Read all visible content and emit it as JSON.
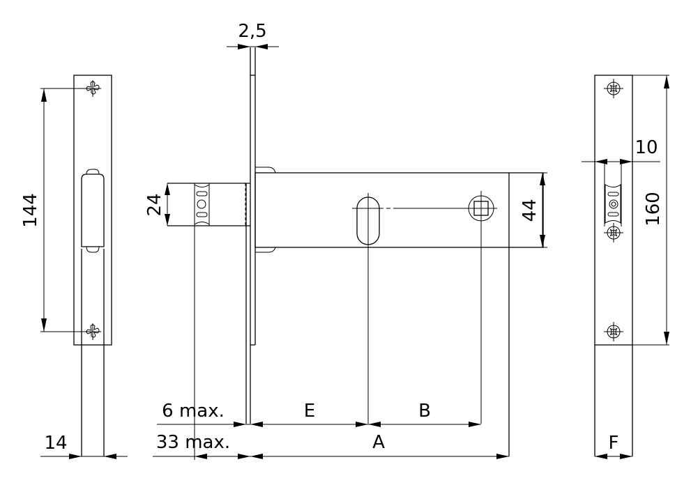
{
  "drawing": {
    "title": "Mortise lock dimensional drawing",
    "views": [
      "strike-plate-front",
      "lock-side",
      "faceplate-front"
    ]
  },
  "dimensions": {
    "left_screw_spacing": "144",
    "left_width": "14",
    "faceplate_thickness": "2,5",
    "latch_height": "24",
    "case_height": "44",
    "right_slot_width": "10",
    "right_plate_height": "160",
    "latch_projection": "6 max.",
    "bolt_projection": "33 max.",
    "backset": "E",
    "keyhole_to_follower": "B",
    "case_depth": "A",
    "faceplate_width": "F"
  },
  "colors": {
    "line": "#000000",
    "background": "#ffffff"
  }
}
